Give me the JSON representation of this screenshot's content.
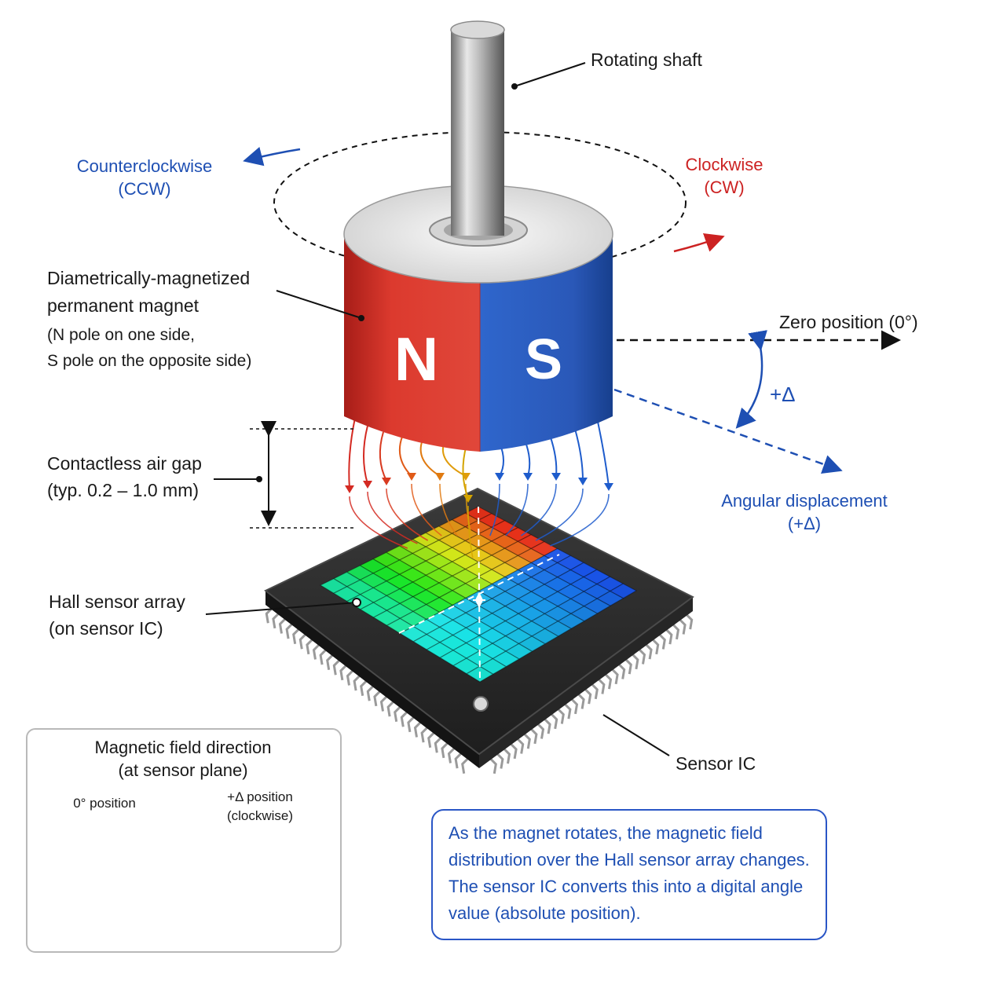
{
  "labels": {
    "rotating_shaft": "Rotating shaft",
    "ccw_line1": "Counterclockwise",
    "ccw_line2": "(CCW)",
    "cw_line1": "Clockwise",
    "cw_line2": "(CW)",
    "magnet_line1": "Diametrically-magnetized",
    "magnet_line2": "permanent magnet",
    "magnet_line3": "(N pole on one side,",
    "magnet_line4": "S pole on the opposite side)",
    "north": "N",
    "south": "S",
    "zero_position": "Zero position (0°)",
    "plus_delta": "+Δ",
    "angular_line1": "Angular displacement",
    "angular_line2": "(+Δ)",
    "airgap_line1": "Contactless air gap",
    "airgap_line2": "(typ. 0.2 – 1.0 mm)",
    "hall_line1": "Hall sensor array",
    "hall_line2": "(on sensor IC)",
    "sensor_ic": "Sensor IC"
  },
  "inset": {
    "title_line1": "Magnetic field direction",
    "title_line2": "(at sensor plane)",
    "left_caption": "0° position",
    "right_caption_line1": "+Δ position",
    "right_caption_line2": "(clockwise)"
  },
  "note": {
    "line1": "As the magnet rotates, the magnetic field",
    "line2": "distribution over the Hall sensor array changes.",
    "line3": "The sensor IC converts this into a digital angle",
    "line4": "value (absolute position)."
  },
  "colors": {
    "north_red": "#d8322b",
    "south_blue": "#2a5cc0",
    "label_blue": "#1e4fb3",
    "label_red": "#cc2222",
    "ic_body": "#2b2b2b"
  }
}
